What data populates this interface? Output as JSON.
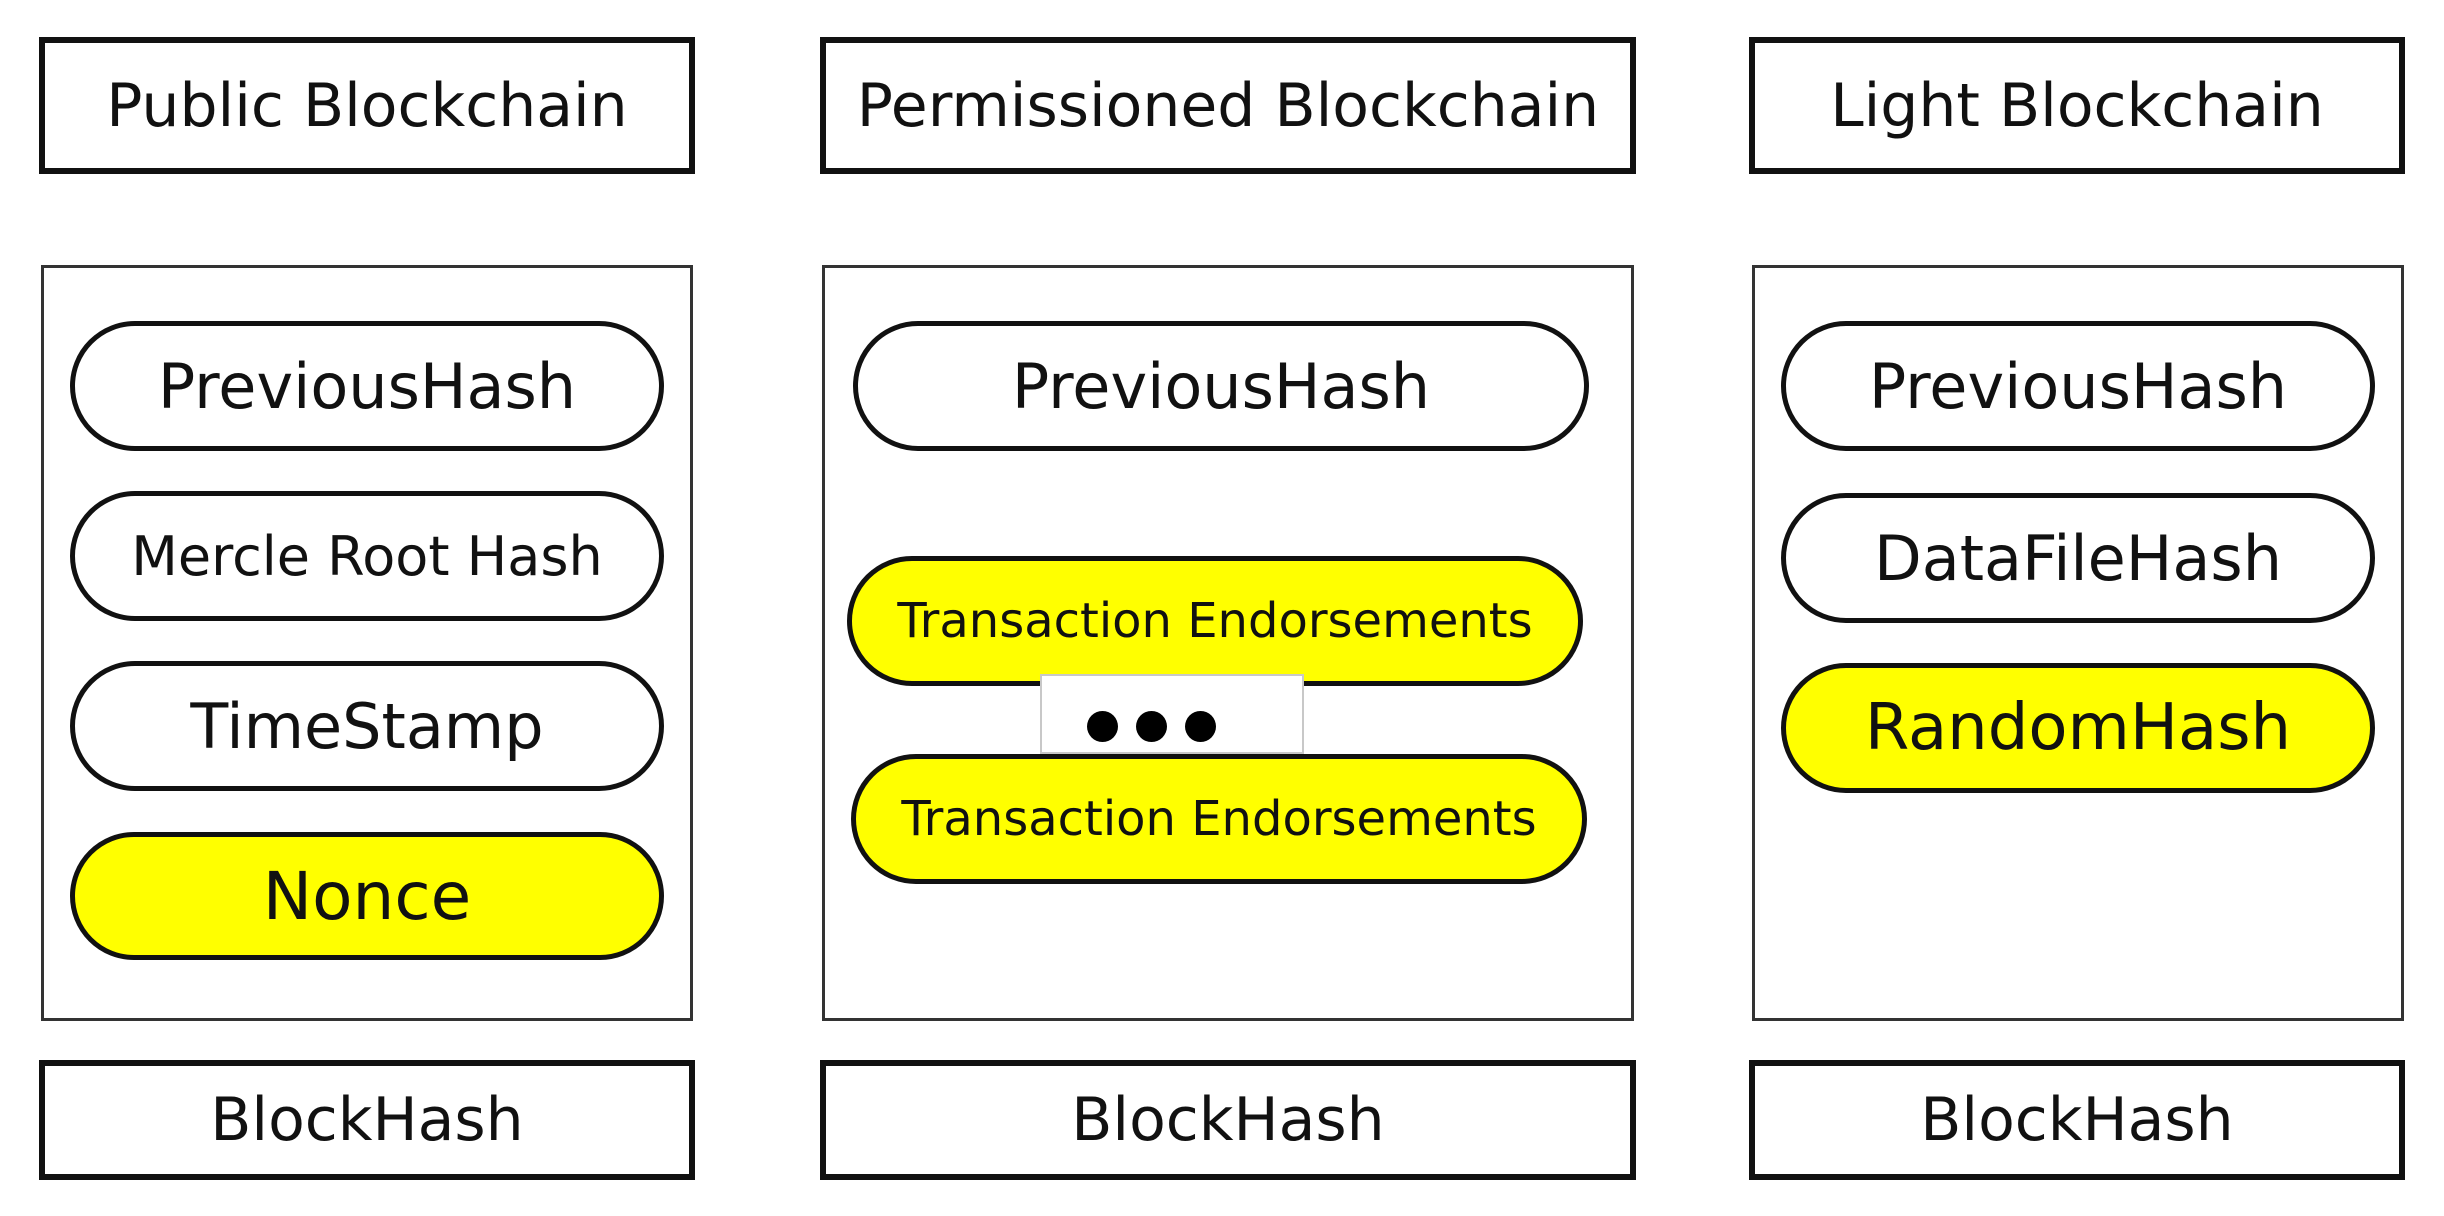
{
  "columns": [
    {
      "header": "Public Blockchain",
      "fields": [
        {
          "label": "PreviousHash",
          "highlighted": false
        },
        {
          "label": "Mercle Root Hash",
          "highlighted": false
        },
        {
          "label": "TimeStamp",
          "highlighted": false
        },
        {
          "label": "Nonce",
          "highlighted": true
        }
      ],
      "footer": "BlockHash"
    },
    {
      "header": "Permissioned Blockchain",
      "fields": [
        {
          "label": "PreviousHash",
          "highlighted": false
        },
        {
          "label": "Transaction Endorsements",
          "highlighted": true
        },
        {
          "label": "Transaction Endorsements",
          "highlighted": true
        }
      ],
      "footer": "BlockHash"
    },
    {
      "header": "Light Blockchain",
      "fields": [
        {
          "label": "PreviousHash",
          "highlighted": false
        },
        {
          "label": "DataFileHash",
          "highlighted": false
        },
        {
          "label": "RandomHash",
          "highlighted": true
        }
      ],
      "footer": "BlockHash"
    }
  ],
  "colors": {
    "highlight": "#ffff00",
    "border": "#111111",
    "background": "#ffffff"
  }
}
